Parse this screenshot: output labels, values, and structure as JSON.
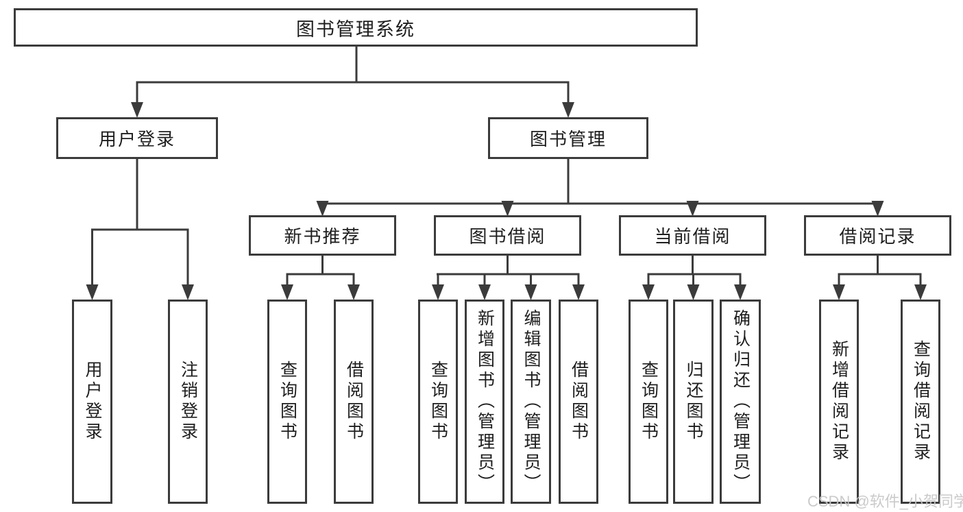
{
  "diagram_title": "图书管理系统",
  "tree": {
    "label": "图书管理系统",
    "children": [
      {
        "label": "用户登录",
        "children": [
          {
            "label": "用户登录"
          },
          {
            "label": "注销登录"
          }
        ]
      },
      {
        "label": "图书管理",
        "children": [
          {
            "label": "新书推荐",
            "children": [
              {
                "label": "查询图书"
              },
              {
                "label": "借阅图书"
              }
            ]
          },
          {
            "label": "图书借阅",
            "children": [
              {
                "label": "查询图书"
              },
              {
                "label": "新增图书（管理员）"
              },
              {
                "label": "编辑图书（管理员）"
              },
              {
                "label": "借阅图书"
              }
            ]
          },
          {
            "label": "当前借阅",
            "children": [
              {
                "label": "查询图书"
              },
              {
                "label": "归还图书"
              },
              {
                "label": "确认归还（管理员）"
              }
            ]
          },
          {
            "label": "借阅记录",
            "children": [
              {
                "label": "新增借阅记录"
              },
              {
                "label": "查询借阅记录"
              }
            ]
          }
        ]
      }
    ]
  },
  "watermark": {
    "text": "CSDN @软件_小贺同学"
  },
  "colors": {
    "line": "#3b3b3b",
    "text": "#1e1e1e",
    "background": "#ffffff",
    "watermark": "#c6c6c6"
  }
}
